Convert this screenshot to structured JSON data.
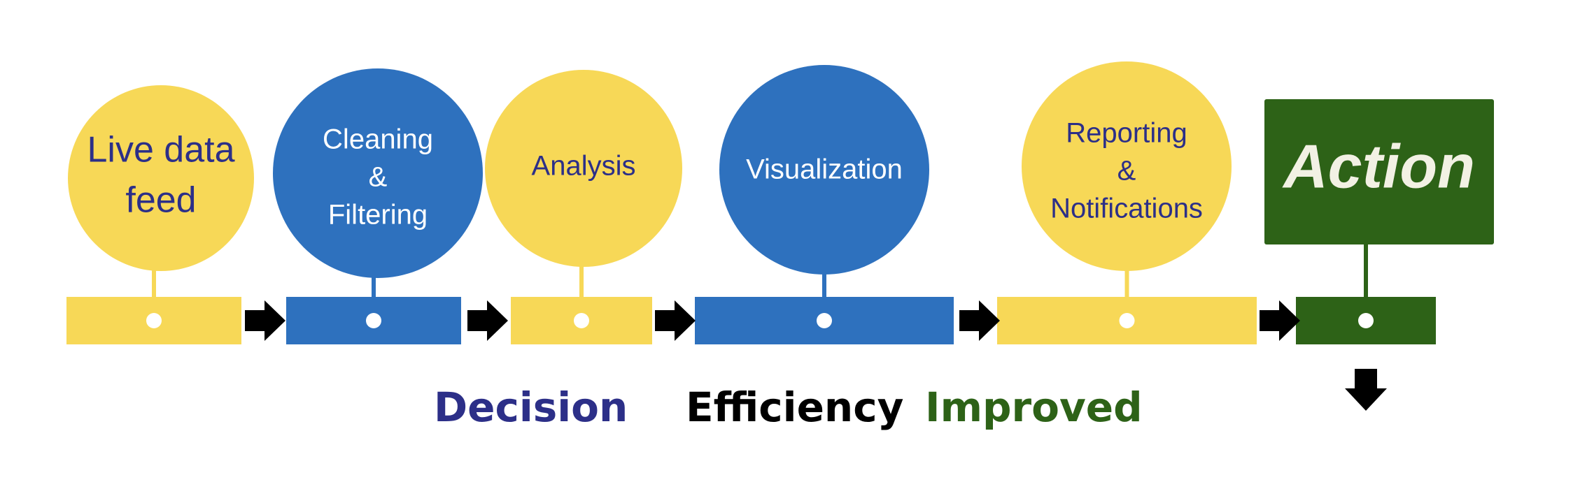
{
  "colors": {
    "yellow": "#F7D857",
    "blue": "#2E71BE",
    "green": "#2D6217",
    "navy_text": "#2C2F88",
    "white": "#FFFFFF",
    "black": "#000000",
    "action_text": "#F2F1E4"
  },
  "stages": [
    {
      "id": "live-data-feed",
      "shape": "circle",
      "color": "yellow",
      "text_color": "navy_text",
      "lines": [
        "Live data",
        "feed"
      ]
    },
    {
      "id": "cleaning-filtering",
      "shape": "circle",
      "color": "blue",
      "text_color": "white",
      "lines": [
        "Cleaning",
        "&",
        "Filtering"
      ]
    },
    {
      "id": "analysis",
      "shape": "circle",
      "color": "yellow",
      "text_color": "navy_text",
      "lines": [
        "Analysis"
      ]
    },
    {
      "id": "visualization",
      "shape": "circle",
      "color": "blue",
      "text_color": "white",
      "lines": [
        "Visualization"
      ]
    },
    {
      "id": "reporting-notifications",
      "shape": "circle",
      "color": "yellow",
      "text_color": "navy_text",
      "lines": [
        "Reporting",
        "&",
        "Notifications"
      ]
    },
    {
      "id": "action",
      "shape": "rectangle",
      "color": "green",
      "text_color": "action_text",
      "lines": [
        "Action"
      ]
    }
  ],
  "bottom_words": [
    {
      "id": "decision",
      "text": "Decision",
      "color": "navy_text"
    },
    {
      "id": "efficiency",
      "text": "Efficiency",
      "color": "black"
    },
    {
      "id": "improved",
      "text": "Improved",
      "color": "green"
    }
  ]
}
